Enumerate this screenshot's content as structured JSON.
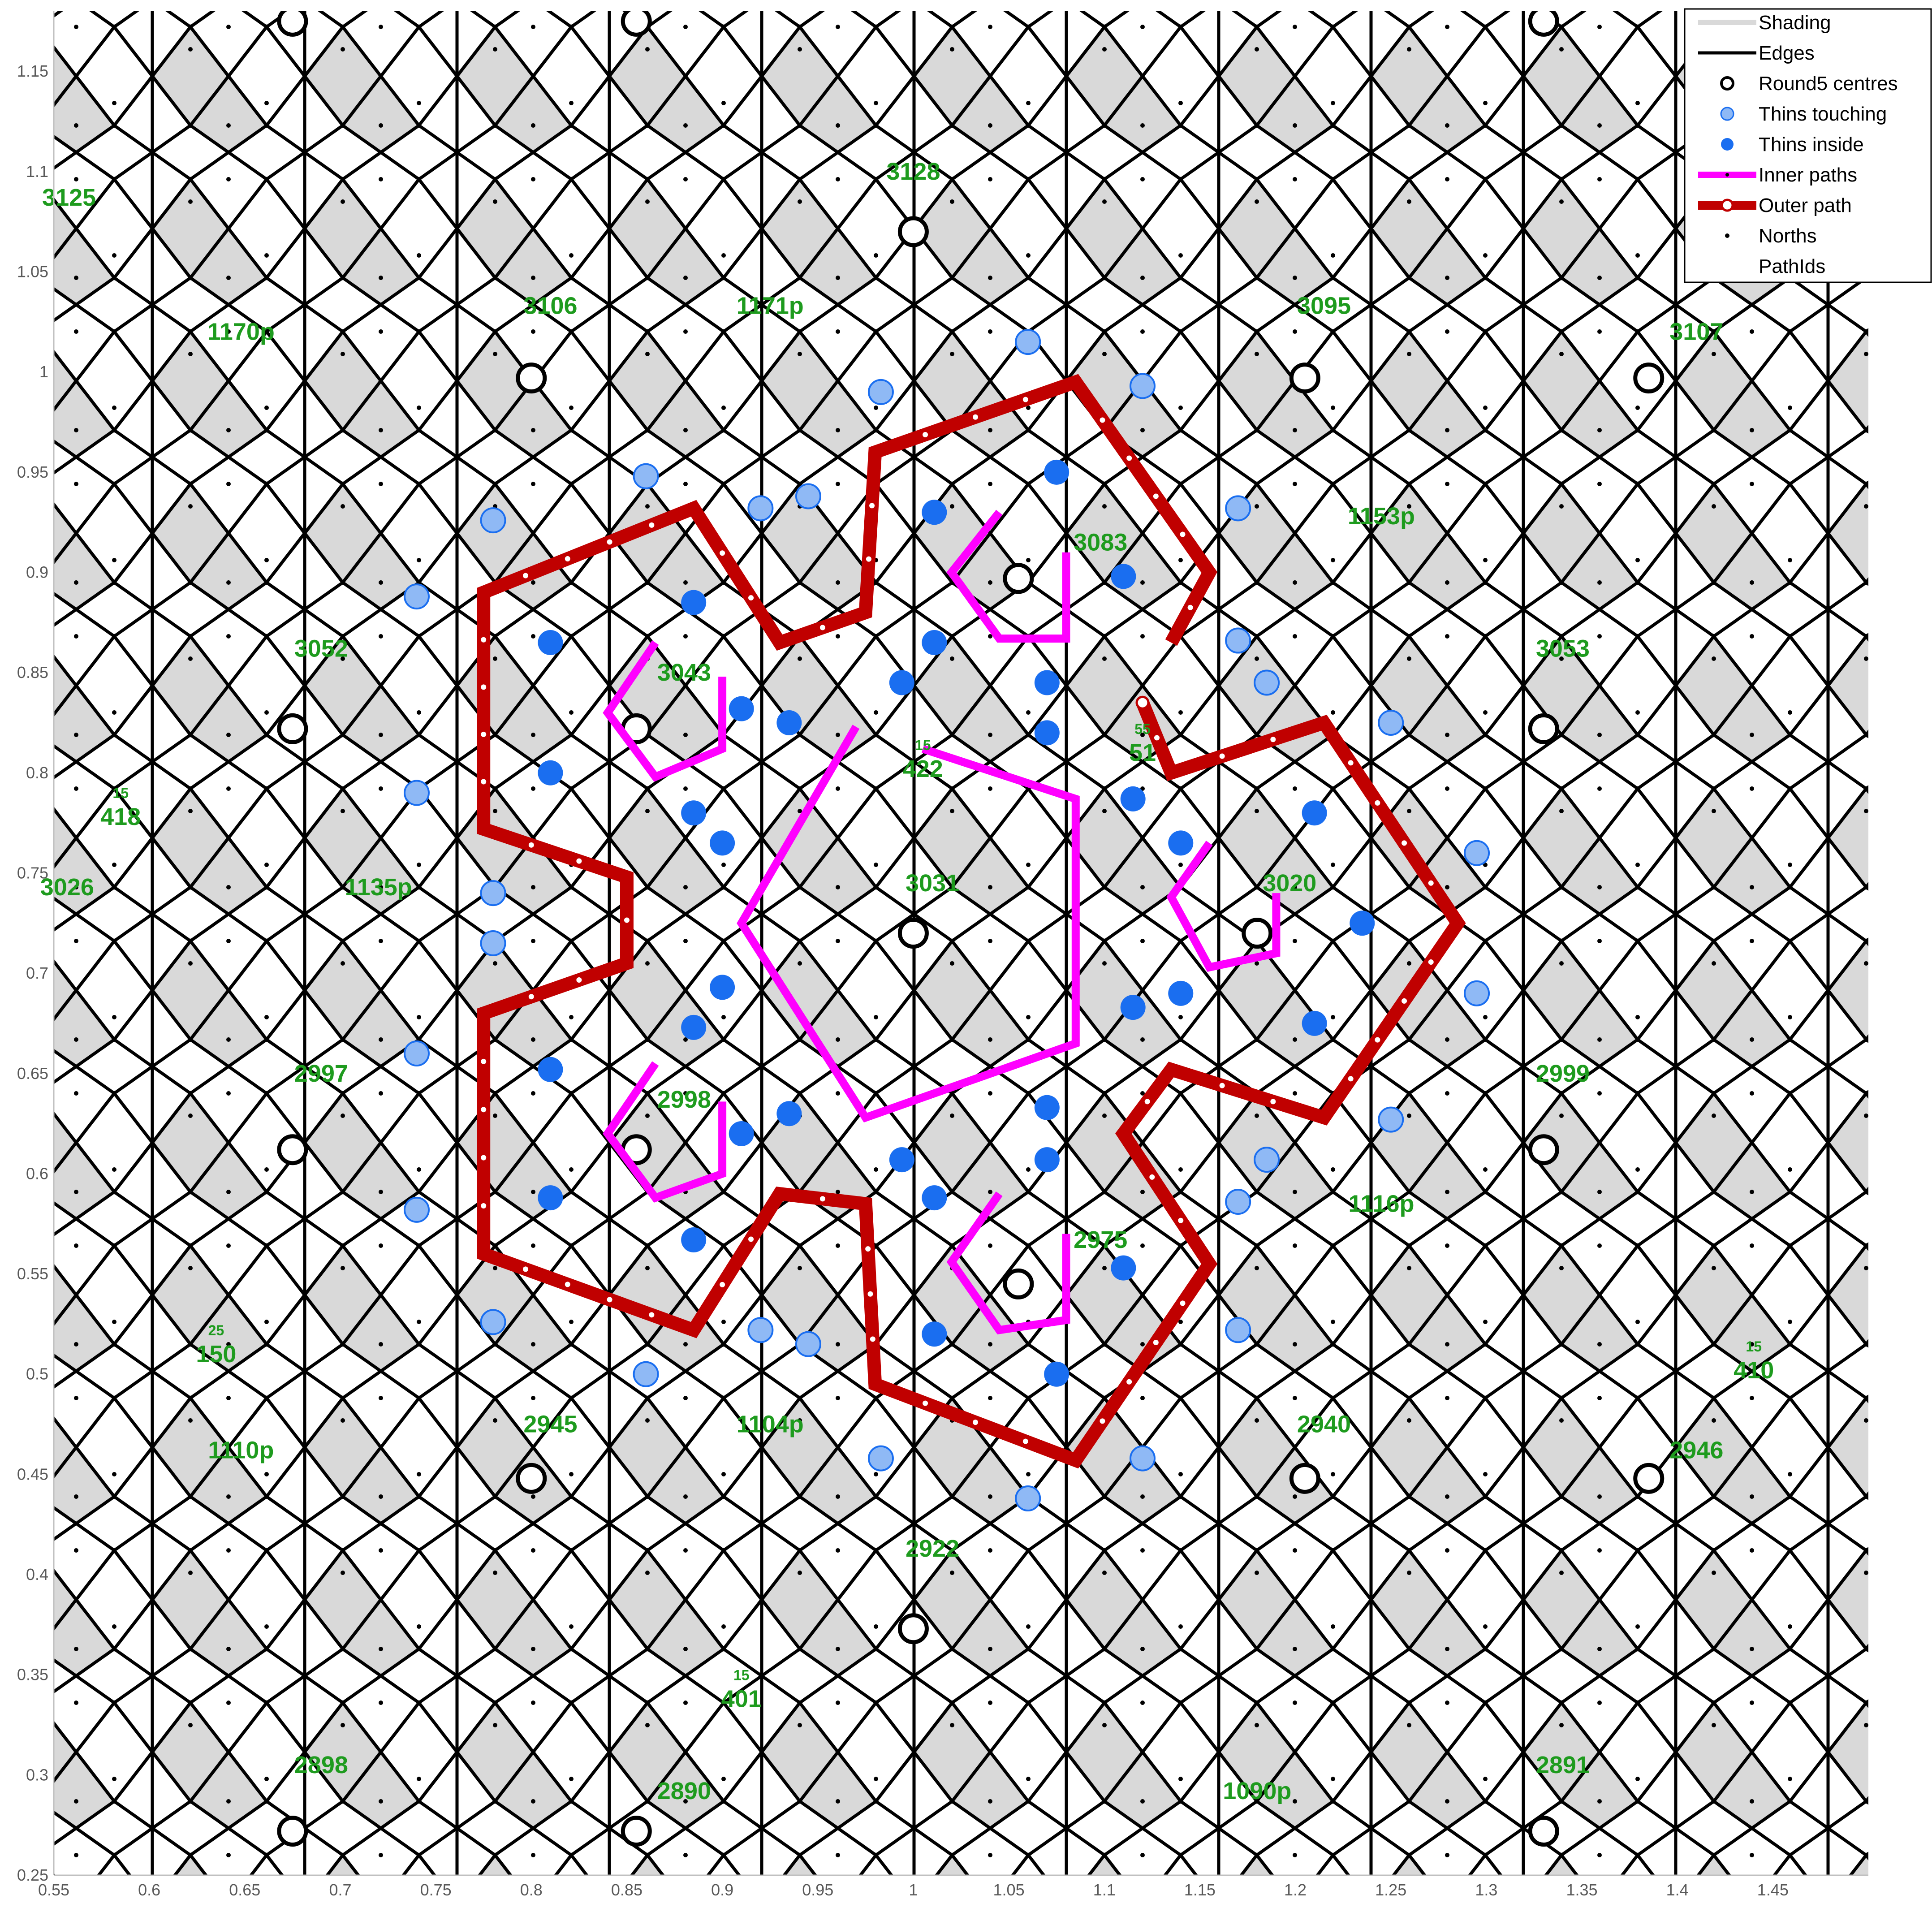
{
  "chart_data": {
    "type": "scatter",
    "title": "",
    "xlabel": "",
    "ylabel": "",
    "xlim": [
      0.55,
      1.5
    ],
    "ylim": [
      0.25,
      1.18
    ],
    "x_ticks": [
      "0.55",
      "0.6",
      "0.65",
      "0.7",
      "0.75",
      "0.8",
      "0.85",
      "0.9",
      "0.95",
      "1",
      "1.05",
      "1.1",
      "1.15",
      "1.2",
      "1.25",
      "1.3",
      "1.35",
      "1.4",
      "1.45"
    ],
    "y_ticks": [
      "0.25",
      "0.3",
      "0.35",
      "0.4",
      "0.45",
      "0.5",
      "0.55",
      "0.6",
      "0.65",
      "0.7",
      "0.75",
      "0.8",
      "0.85",
      "0.9",
      "0.95",
      "1",
      "1.05",
      "1.1",
      "1.15"
    ],
    "grid": false,
    "legend_position": "top-right",
    "legend": [
      {
        "name": "Shading",
        "kind": "shade",
        "color": "#d9d9d9"
      },
      {
        "name": "Edges",
        "kind": "line",
        "color": "#000000"
      },
      {
        "name": "Round5 centres",
        "kind": "ring",
        "color": "#000000"
      },
      {
        "name": "Thins touching",
        "kind": "lightdot",
        "color": "#8fb9f5"
      },
      {
        "name": "Thins inside",
        "kind": "dot",
        "color": "#1a6ef0"
      },
      {
        "name": "Inner paths",
        "kind": "inner",
        "color": "#ff00ff"
      },
      {
        "name": "Outer path",
        "kind": "outer",
        "color": "#c00000"
      },
      {
        "name": "Norths",
        "kind": "north",
        "color": "#000000"
      },
      {
        "name": "PathIds",
        "kind": "text",
        "color": "#1e9b1e"
      }
    ],
    "series": [
      {
        "name": "Round5 centres",
        "points": [
          [
            0.675,
            1.175
          ],
          [
            0.855,
            1.175
          ],
          [
            1.33,
            1.175
          ],
          [
            1.0,
            1.07
          ],
          [
            0.8,
            0.997
          ],
          [
            1.205,
            0.997
          ],
          [
            1.385,
            0.997
          ],
          [
            1.055,
            0.897
          ],
          [
            0.675,
            0.822
          ],
          [
            0.855,
            0.822
          ],
          [
            1.33,
            0.822
          ],
          [
            1.0,
            0.72
          ],
          [
            1.18,
            0.72
          ],
          [
            0.675,
            0.612
          ],
          [
            0.855,
            0.612
          ],
          [
            1.33,
            0.612
          ],
          [
            1.055,
            0.545
          ],
          [
            0.8,
            0.448
          ],
          [
            1.205,
            0.448
          ],
          [
            1.385,
            0.448
          ],
          [
            1.0,
            0.373
          ],
          [
            0.675,
            0.272
          ],
          [
            0.855,
            0.272
          ],
          [
            1.33,
            0.272
          ]
        ]
      },
      {
        "name": "Thins touching",
        "points": [
          [
            1.06,
            1.015
          ],
          [
            0.983,
            0.99
          ],
          [
            1.12,
            0.993
          ],
          [
            0.86,
            0.948
          ],
          [
            0.92,
            0.932
          ],
          [
            0.945,
            0.938
          ],
          [
            0.78,
            0.926
          ],
          [
            1.17,
            0.932
          ],
          [
            0.74,
            0.888
          ],
          [
            1.17,
            0.866
          ],
          [
            1.185,
            0.845
          ],
          [
            1.25,
            0.825
          ],
          [
            0.74,
            0.79
          ],
          [
            1.295,
            0.76
          ],
          [
            0.78,
            0.74
          ],
          [
            0.78,
            0.715
          ],
          [
            1.295,
            0.69
          ],
          [
            0.74,
            0.66
          ],
          [
            1.25,
            0.627
          ],
          [
            1.185,
            0.607
          ],
          [
            1.17,
            0.586
          ],
          [
            0.74,
            0.582
          ],
          [
            0.78,
            0.526
          ],
          [
            0.92,
            0.522
          ],
          [
            0.945,
            0.515
          ],
          [
            1.17,
            0.522
          ],
          [
            0.86,
            0.5
          ],
          [
            0.983,
            0.458
          ],
          [
            1.12,
            0.458
          ],
          [
            1.06,
            0.438
          ]
        ]
      },
      {
        "name": "Thins inside",
        "points": [
          [
            1.075,
            0.95
          ],
          [
            1.011,
            0.93
          ],
          [
            0.885,
            0.885
          ],
          [
            1.11,
            0.898
          ],
          [
            0.81,
            0.865
          ],
          [
            1.011,
            0.865
          ],
          [
            0.994,
            0.845
          ],
          [
            1.07,
            0.845
          ],
          [
            0.91,
            0.832
          ],
          [
            0.935,
            0.825
          ],
          [
            1.07,
            0.82
          ],
          [
            0.81,
            0.8
          ],
          [
            0.885,
            0.78
          ],
          [
            1.115,
            0.787
          ],
          [
            0.9,
            0.765
          ],
          [
            1.14,
            0.765
          ],
          [
            1.21,
            0.78
          ],
          [
            1.235,
            0.725
          ],
          [
            0.9,
            0.693
          ],
          [
            1.14,
            0.69
          ],
          [
            1.115,
            0.683
          ],
          [
            0.885,
            0.673
          ],
          [
            1.21,
            0.675
          ],
          [
            0.81,
            0.652
          ],
          [
            0.935,
            0.63
          ],
          [
            0.91,
            0.62
          ],
          [
            1.07,
            0.633
          ],
          [
            0.994,
            0.607
          ],
          [
            1.07,
            0.607
          ],
          [
            0.81,
            0.588
          ],
          [
            1.011,
            0.588
          ],
          [
            0.885,
            0.567
          ],
          [
            1.11,
            0.553
          ],
          [
            1.011,
            0.52
          ],
          [
            1.075,
            0.5
          ]
        ]
      },
      {
        "name": "Outer path",
        "points": [
          [
            1.12,
            0.835
          ],
          [
            1.135,
            0.8
          ],
          [
            1.215,
            0.825
          ],
          [
            1.285,
            0.725
          ],
          [
            1.215,
            0.628
          ],
          [
            1.135,
            0.652
          ],
          [
            1.11,
            0.62
          ],
          [
            1.155,
            0.555
          ],
          [
            1.085,
            0.457
          ],
          [
            0.98,
            0.495
          ],
          [
            0.975,
            0.585
          ],
          [
            0.93,
            0.59
          ],
          [
            0.885,
            0.522
          ],
          [
            0.775,
            0.56
          ],
          [
            0.775,
            0.68
          ],
          [
            0.85,
            0.705
          ],
          [
            0.85,
            0.748
          ],
          [
            0.775,
            0.772
          ],
          [
            0.775,
            0.89
          ],
          [
            0.885,
            0.932
          ],
          [
            0.93,
            0.865
          ],
          [
            0.975,
            0.88
          ],
          [
            0.98,
            0.96
          ],
          [
            1.085,
            0.995
          ],
          [
            1.155,
            0.9
          ],
          [
            1.135,
            0.865
          ]
        ]
      },
      {
        "name": "Inner paths",
        "segments": [
          [
            [
              1.005,
              0.812
            ],
            [
              1.085,
              0.787
            ],
            [
              1.085,
              0.665
            ],
            [
              0.975,
              0.628
            ],
            [
              0.91,
              0.725
            ],
            [
              0.97,
              0.823
            ]
          ],
          [
            [
              1.045,
              0.93
            ],
            [
              1.02,
              0.9
            ],
            [
              1.045,
              0.867
            ],
            [
              1.08,
              0.867
            ],
            [
              1.08,
              0.91
            ]
          ],
          [
            [
              0.865,
              0.865
            ],
            [
              0.84,
              0.83
            ],
            [
              0.865,
              0.798
            ],
            [
              0.9,
              0.812
            ],
            [
              0.9,
              0.848
            ]
          ],
          [
            [
              1.155,
              0.765
            ],
            [
              1.135,
              0.738
            ],
            [
              1.155,
              0.703
            ],
            [
              1.19,
              0.71
            ],
            [
              1.19,
              0.74
            ]
          ],
          [
            [
              0.865,
              0.655
            ],
            [
              0.84,
              0.62
            ],
            [
              0.865,
              0.588
            ],
            [
              0.9,
              0.6
            ],
            [
              0.9,
              0.636
            ]
          ],
          [
            [
              1.045,
              0.59
            ],
            [
              1.02,
              0.556
            ],
            [
              1.045,
              0.522
            ],
            [
              1.08,
              0.527
            ],
            [
              1.08,
              0.57
            ]
          ]
        ]
      }
    ],
    "labels": [
      {
        "text": "3125",
        "x": 0.558,
        "y": 1.087
      },
      {
        "text": "3128",
        "x": 1.0,
        "y": 1.1
      },
      {
        "text": "1170p",
        "x": 0.648,
        "y": 1.02
      },
      {
        "text": "3106",
        "x": 0.81,
        "y": 1.033
      },
      {
        "text": "1171p",
        "x": 0.925,
        "y": 1.033
      },
      {
        "text": "3095",
        "x": 1.215,
        "y": 1.033
      },
      {
        "text": "3107",
        "x": 1.41,
        "y": 1.02
      },
      {
        "text": "3083",
        "x": 1.098,
        "y": 0.915
      },
      {
        "text": "1153p",
        "x": 1.245,
        "y": 0.928
      },
      {
        "text": "3052",
        "x": 0.69,
        "y": 0.862
      },
      {
        "text": "3043",
        "x": 0.88,
        "y": 0.85
      },
      {
        "text": "3053",
        "x": 1.34,
        "y": 0.862
      },
      {
        "text": "51",
        "x": 1.12,
        "y": 0.81,
        "sub": "55"
      },
      {
        "text": "422",
        "x": 1.005,
        "y": 0.802,
        "sub": "15"
      },
      {
        "text": "418",
        "x": 0.585,
        "y": 0.778,
        "sub": "15"
      },
      {
        "text": "1135p",
        "x": 0.72,
        "y": 0.743
      },
      {
        "text": "3026",
        "x": 0.557,
        "y": 0.743
      },
      {
        "text": "3031",
        "x": 1.01,
        "y": 0.745
      },
      {
        "text": "3020",
        "x": 1.197,
        "y": 0.745
      },
      {
        "text": "2997",
        "x": 0.69,
        "y": 0.65
      },
      {
        "text": "2999",
        "x": 1.34,
        "y": 0.65
      },
      {
        "text": "2998",
        "x": 0.88,
        "y": 0.637
      },
      {
        "text": "1116p",
        "x": 1.245,
        "y": 0.585
      },
      {
        "text": "2975",
        "x": 1.098,
        "y": 0.567
      },
      {
        "text": "150",
        "x": 0.635,
        "y": 0.51,
        "sub": "25"
      },
      {
        "text": "410",
        "x": 1.44,
        "y": 0.502,
        "sub": "15"
      },
      {
        "text": "2945",
        "x": 0.81,
        "y": 0.475
      },
      {
        "text": "1104p",
        "x": 0.925,
        "y": 0.475
      },
      {
        "text": "2940",
        "x": 1.215,
        "y": 0.475
      },
      {
        "text": "1110p",
        "x": 0.648,
        "y": 0.462
      },
      {
        "text": "2946",
        "x": 1.41,
        "y": 0.462
      },
      {
        "text": "2922",
        "x": 1.01,
        "y": 0.413
      },
      {
        "text": "401",
        "x": 0.91,
        "y": 0.338,
        "sub": "15"
      },
      {
        "text": "2898",
        "x": 0.69,
        "y": 0.305
      },
      {
        "text": "2890",
        "x": 0.88,
        "y": 0.292
      },
      {
        "text": "1090p",
        "x": 1.18,
        "y": 0.292
      },
      {
        "text": "2891",
        "x": 1.34,
        "y": 0.305
      }
    ]
  }
}
